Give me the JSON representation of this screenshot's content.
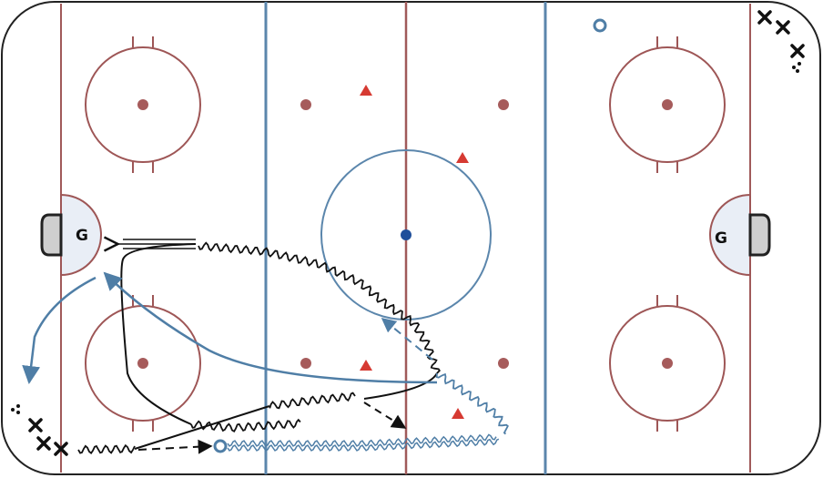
{
  "diagram": {
    "goalie_left_label": "G",
    "goalie_right_label": "G",
    "player_marks": {
      "forward": "✕",
      "puck_pile": "⁖",
      "coach": "O",
      "cone": "triangle"
    },
    "colors": {
      "rink_background": "#ffffff",
      "board_outline": "#222222",
      "red_line": "#a05a5a",
      "blue_line": "#5b86ac",
      "faceoff_circle": "#9e5656",
      "faceoff_dot": "#a65b5b",
      "center_dot": "#1f4f9a",
      "crease_fill": "#e9eef6",
      "net_fill": "#cfcfcf",
      "cone": "#d63a32",
      "skate_path": "#111111",
      "skate_path_blue": "#4f7ea6",
      "pass_arrow": "#111111"
    }
  }
}
